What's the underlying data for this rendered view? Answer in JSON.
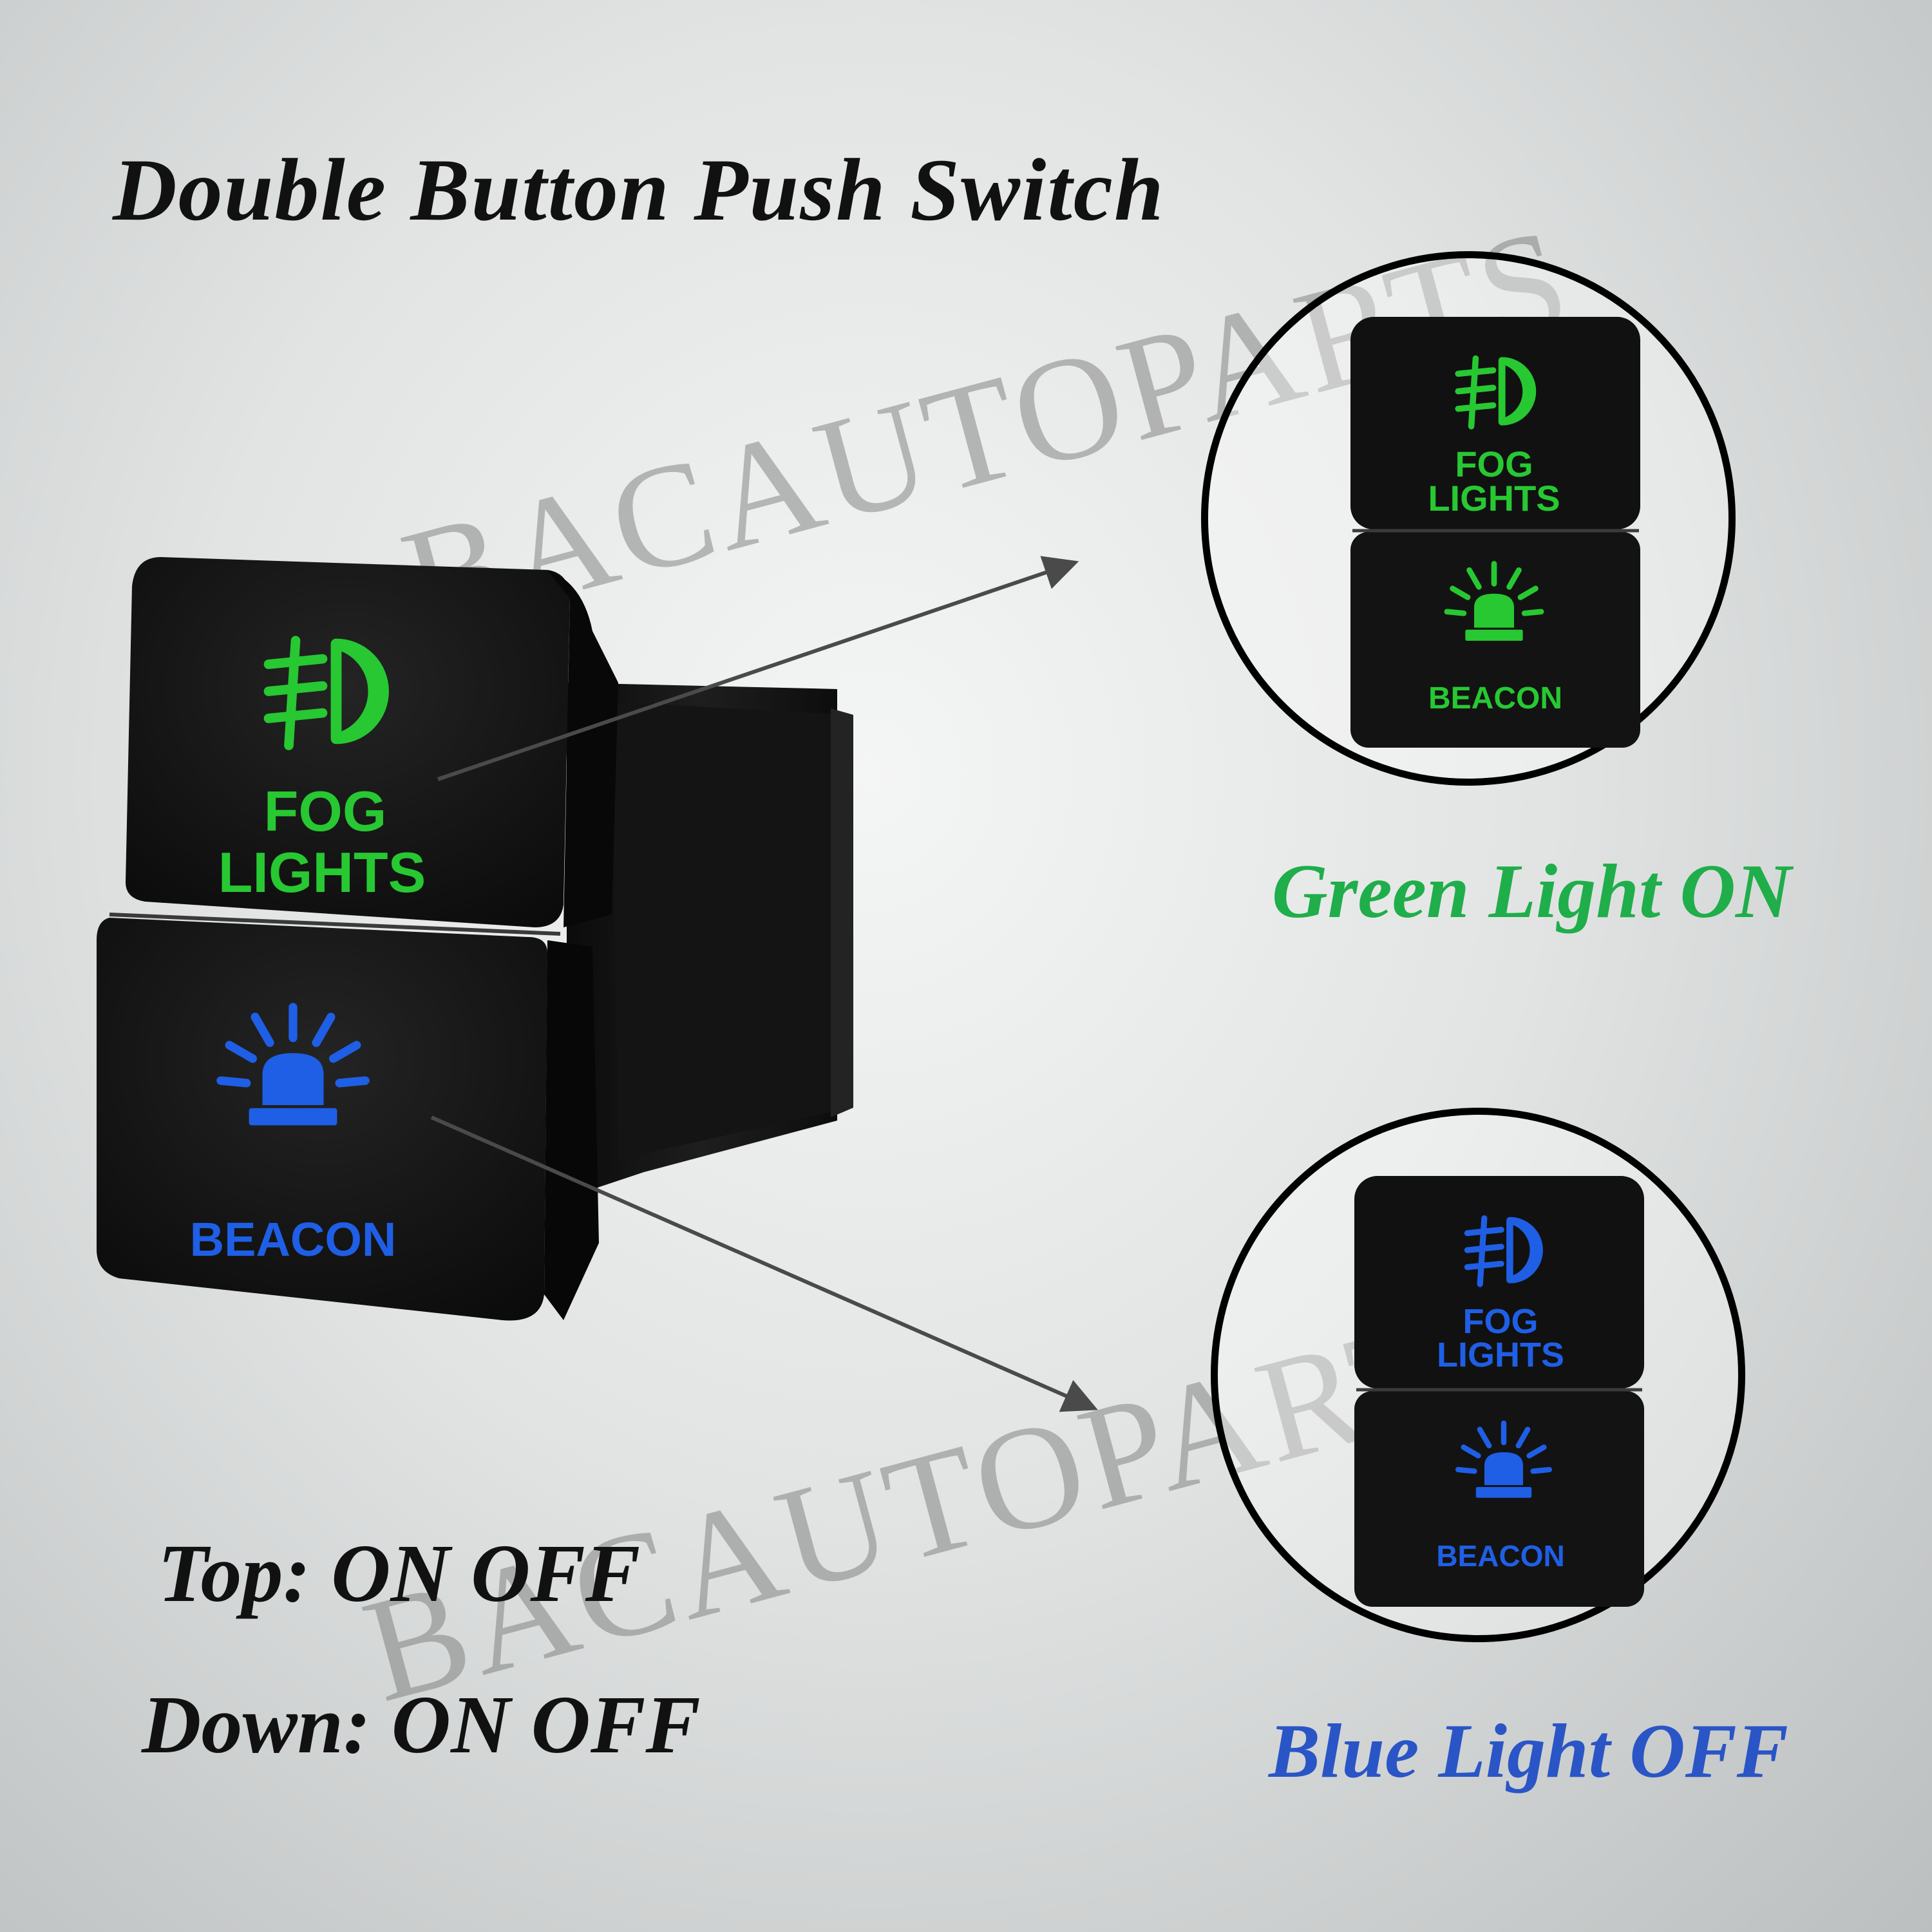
{
  "title": "Double Button Push Switch",
  "specs": {
    "top": "Top: ON OFF",
    "down": "Down: ON OFF"
  },
  "captions": {
    "green": "Green Light ON",
    "blue": "Blue Light OFF"
  },
  "switch_labels": {
    "fog_line1": "FOG",
    "fog_line2": "LIGHTS",
    "beacon": "BEACON"
  },
  "watermark": "BACAUTOPARTS",
  "colors": {
    "green": "#27c832",
    "blue": "#1f5fe6",
    "green_caption": "#1fae4a",
    "blue_caption": "#2a55c6"
  },
  "icons": [
    "fog-light-icon",
    "beacon-icon",
    "arrow-icon"
  ]
}
